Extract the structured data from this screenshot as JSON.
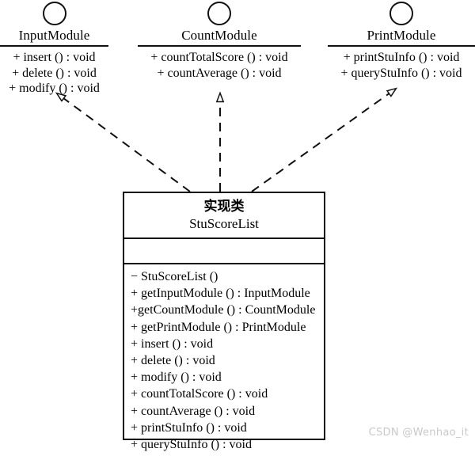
{
  "diagram": {
    "kind": "uml-class-diagram",
    "relationship_type": "realization",
    "line_color": "#111111",
    "background_color": "#ffffff"
  },
  "interfaces": [
    {
      "icon": "interface-lollipop-circle",
      "name": "InputModule",
      "operations": [
        "+ insert () : void",
        "+ delete () : void",
        "+ modify () : void"
      ]
    },
    {
      "icon": "interface-lollipop-circle",
      "name": "CountModule",
      "operations": [
        "+ countTotalScore () : void",
        "+ countAverage () : void"
      ]
    },
    {
      "icon": "interface-lollipop-circle",
      "name": "PrintModule",
      "operations": [
        "+ printStuInfo () : void",
        "+ queryStuInfo () : void"
      ]
    }
  ],
  "implementation_class": {
    "stereotype": "实现类",
    "name": "StuScoreList",
    "attributes": [],
    "operations": [
      "− StuScoreList ()",
      "+ getInputModule () : InputModule",
      "+getCountModule () : CountModule",
      "+ getPrintModule () : PrintModule",
      "+ insert () : void",
      "+ delete () : void",
      "+ modify () : void",
      "+ countTotalScore () : void",
      "+ countAverage () : void",
      "+ printStuInfo () : void",
      "+ queryStuInfo () : void"
    ]
  },
  "watermark": {
    "text": "CSDN @Wenhao_it"
  }
}
